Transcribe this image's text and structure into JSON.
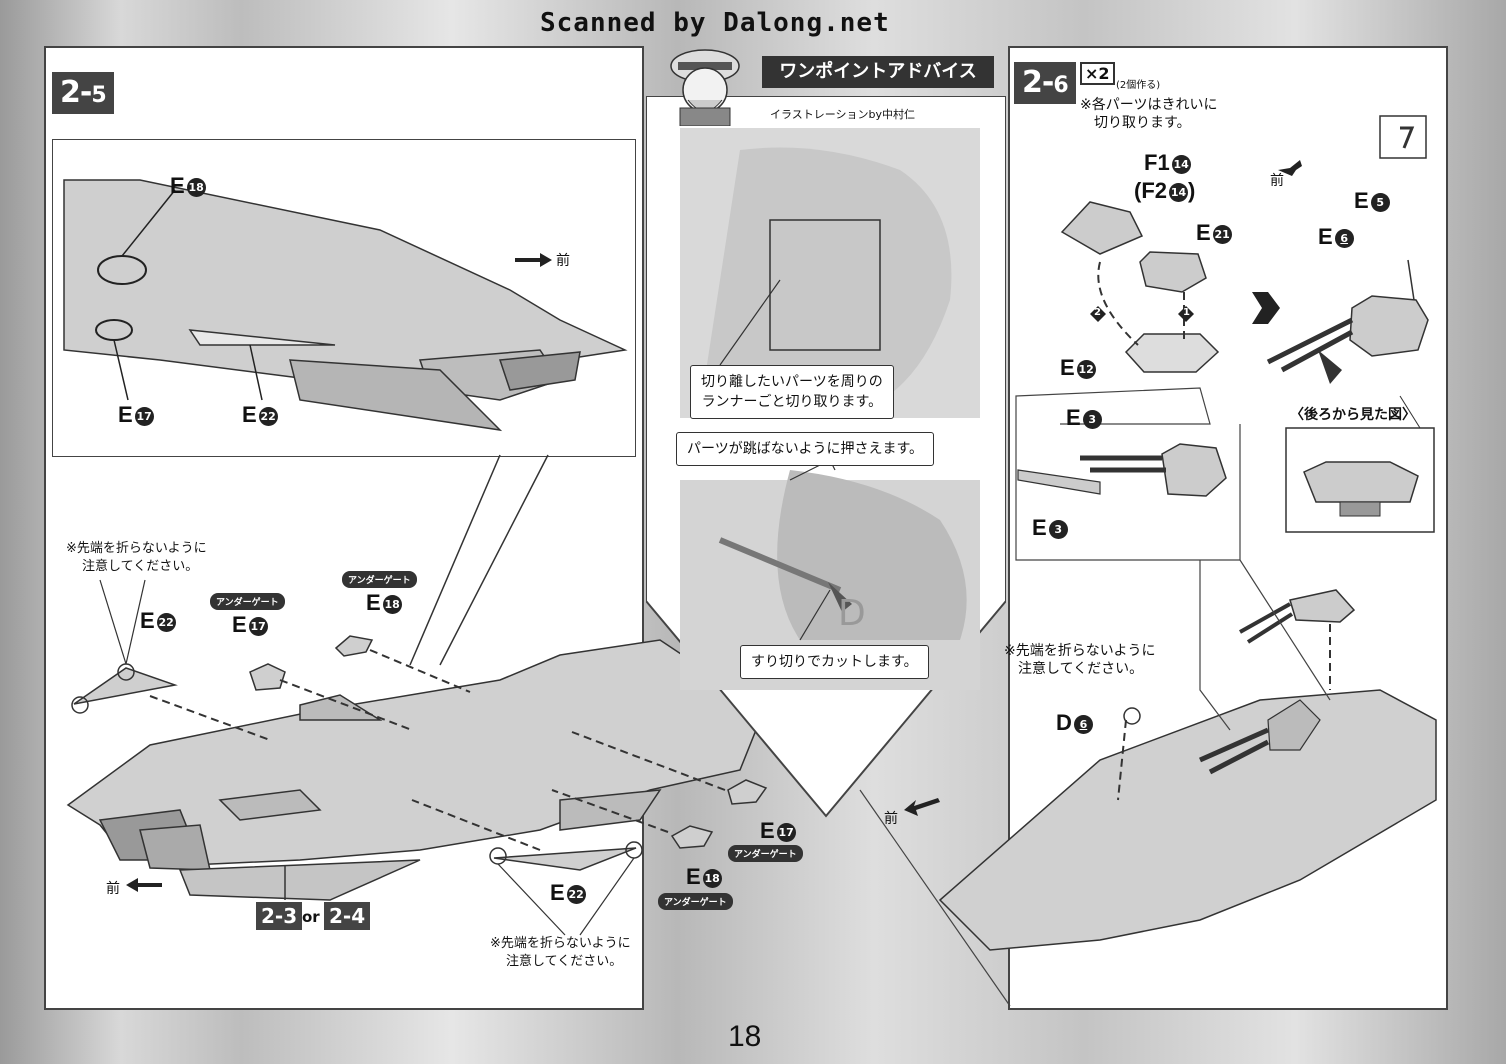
{
  "header": {
    "scan_credit": "Scanned by Dalong.net"
  },
  "step_2_5": {
    "step_label": "2-",
    "step_sub": "5",
    "detail_labels": {
      "e18": "E",
      "e18n": "18",
      "e17": "E",
      "e17n": "17",
      "e22": "E",
      "e22n": "22",
      "front": "前"
    },
    "notes": {
      "tip_warning_1a": "※先端を折らないように",
      "tip_warning_1b": "注意してください。",
      "tip_warning_2a": "※先端を折らないように",
      "tip_warning_2b": "注意してください。"
    },
    "parts": {
      "e22_top": "E",
      "e22_top_n": "22",
      "e17_top": "E",
      "e17_top_n": "17",
      "e18_top": "E",
      "e18_top_n": "18",
      "e17_right": "E",
      "e17_right_n": "17",
      "e18_right": "E",
      "e18_right_n": "18",
      "e22_bottom": "E",
      "e22_bottom_n": "22"
    },
    "undergate_tag": "アンダーゲート",
    "front_label": "前",
    "ref_a": "2-3",
    "ref_or": "or",
    "ref_b": "2-4"
  },
  "advice": {
    "title": "ワンポイントアドバイス",
    "credit": "イラストレーションby中村仁",
    "tip1_line1": "切り離したいパーツを周りの",
    "tip1_line2": "ランナーごと切り取ります。",
    "tip2": "パーツが跳ばないように押さえます。",
    "tip3": "すり切りでカットします。"
  },
  "step_2_6": {
    "step_label": "2-",
    "step_sub": "6",
    "qty": "×2",
    "qty_note": "(2個作る)",
    "note_a": "※各パーツはきれいに",
    "note_b": "切り取ります。",
    "f1": "F1",
    "f1n": "14",
    "f2": "(F2",
    "f2n": "14",
    "f2close": ")",
    "e21": "E",
    "e21n": "21",
    "e12": "E",
    "e12n": "12",
    "order1": "1",
    "order2": "2",
    "e3a": "E",
    "e3an": "3",
    "e3b": "E",
    "e3bn": "3",
    "front": "前",
    "e5": "E",
    "e5n": "5",
    "e6": "E",
    "e6n": "6",
    "rear_view": "〈後ろから見た図〉",
    "tip_warning_a": "※先端を折らないように",
    "tip_warning_b": "注意してください。",
    "d6": "D",
    "d6n": "6",
    "front2": "前"
  },
  "footer": {
    "page_number": "18"
  }
}
